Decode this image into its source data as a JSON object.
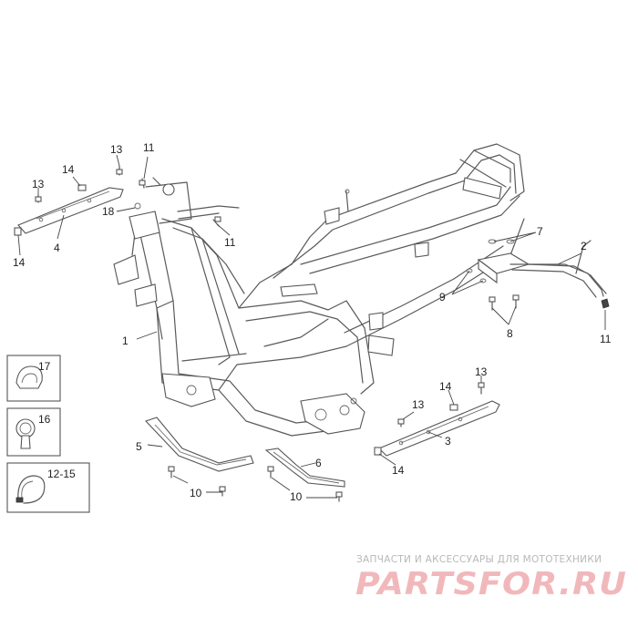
{
  "callouts": {
    "c1": "1",
    "c2": "2",
    "c3": "3",
    "c4": "4",
    "c5": "5",
    "c6": "6",
    "c7": "7",
    "c8": "8",
    "c9": "9",
    "c10a": "10",
    "c10b": "10",
    "c11a": "11",
    "c11b": "11",
    "c11c": "11",
    "c13a": "13",
    "c13b": "13",
    "c13c": "13",
    "c13d": "13",
    "c14a": "14",
    "c14b": "14",
    "c14c": "14",
    "c14d": "14",
    "c18": "18"
  },
  "inset_boxes": [
    {
      "label": "17"
    },
    {
      "label": "16"
    },
    {
      "label": "12-15"
    }
  ],
  "watermark": {
    "subtitle": "ЗАПЧАСТИ И АКСЕССУАРЫ ДЛЯ МОТОТЕХНИКИ",
    "logo": "PARTSFOR.RU",
    "logo_color": "#f1b8bc"
  }
}
